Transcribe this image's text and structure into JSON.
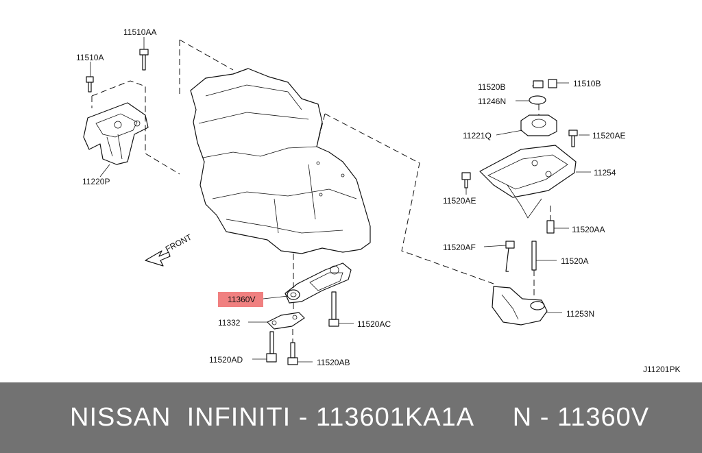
{
  "diagram": {
    "labels": {
      "p11510AA": "11510AA",
      "p11510A": "11510A",
      "p11220P": "11220P",
      "p11520B": "11520B",
      "p11510B": "11510B",
      "p11246N": "11246N",
      "p11221Q": "11221Q",
      "p11520AE_r": "11520AE",
      "p11254": "11254",
      "p11520AE_l": "11520AE",
      "p11520AA": "11520AA",
      "p11520AF": "11520AF",
      "p11520A": "11520A",
      "p11253N": "11253N",
      "p11360V": "11360V",
      "p11332": "11332",
      "p11520AC": "11520AC",
      "p11520AD": "11520AD",
      "p11520AB": "11520AB",
      "front": "FRONT"
    },
    "code": "J11201PK",
    "highlight_color": "#f08080"
  },
  "footer": {
    "text": "NISSAN  INFINITI - 113601KA1A     N - 11360V"
  }
}
